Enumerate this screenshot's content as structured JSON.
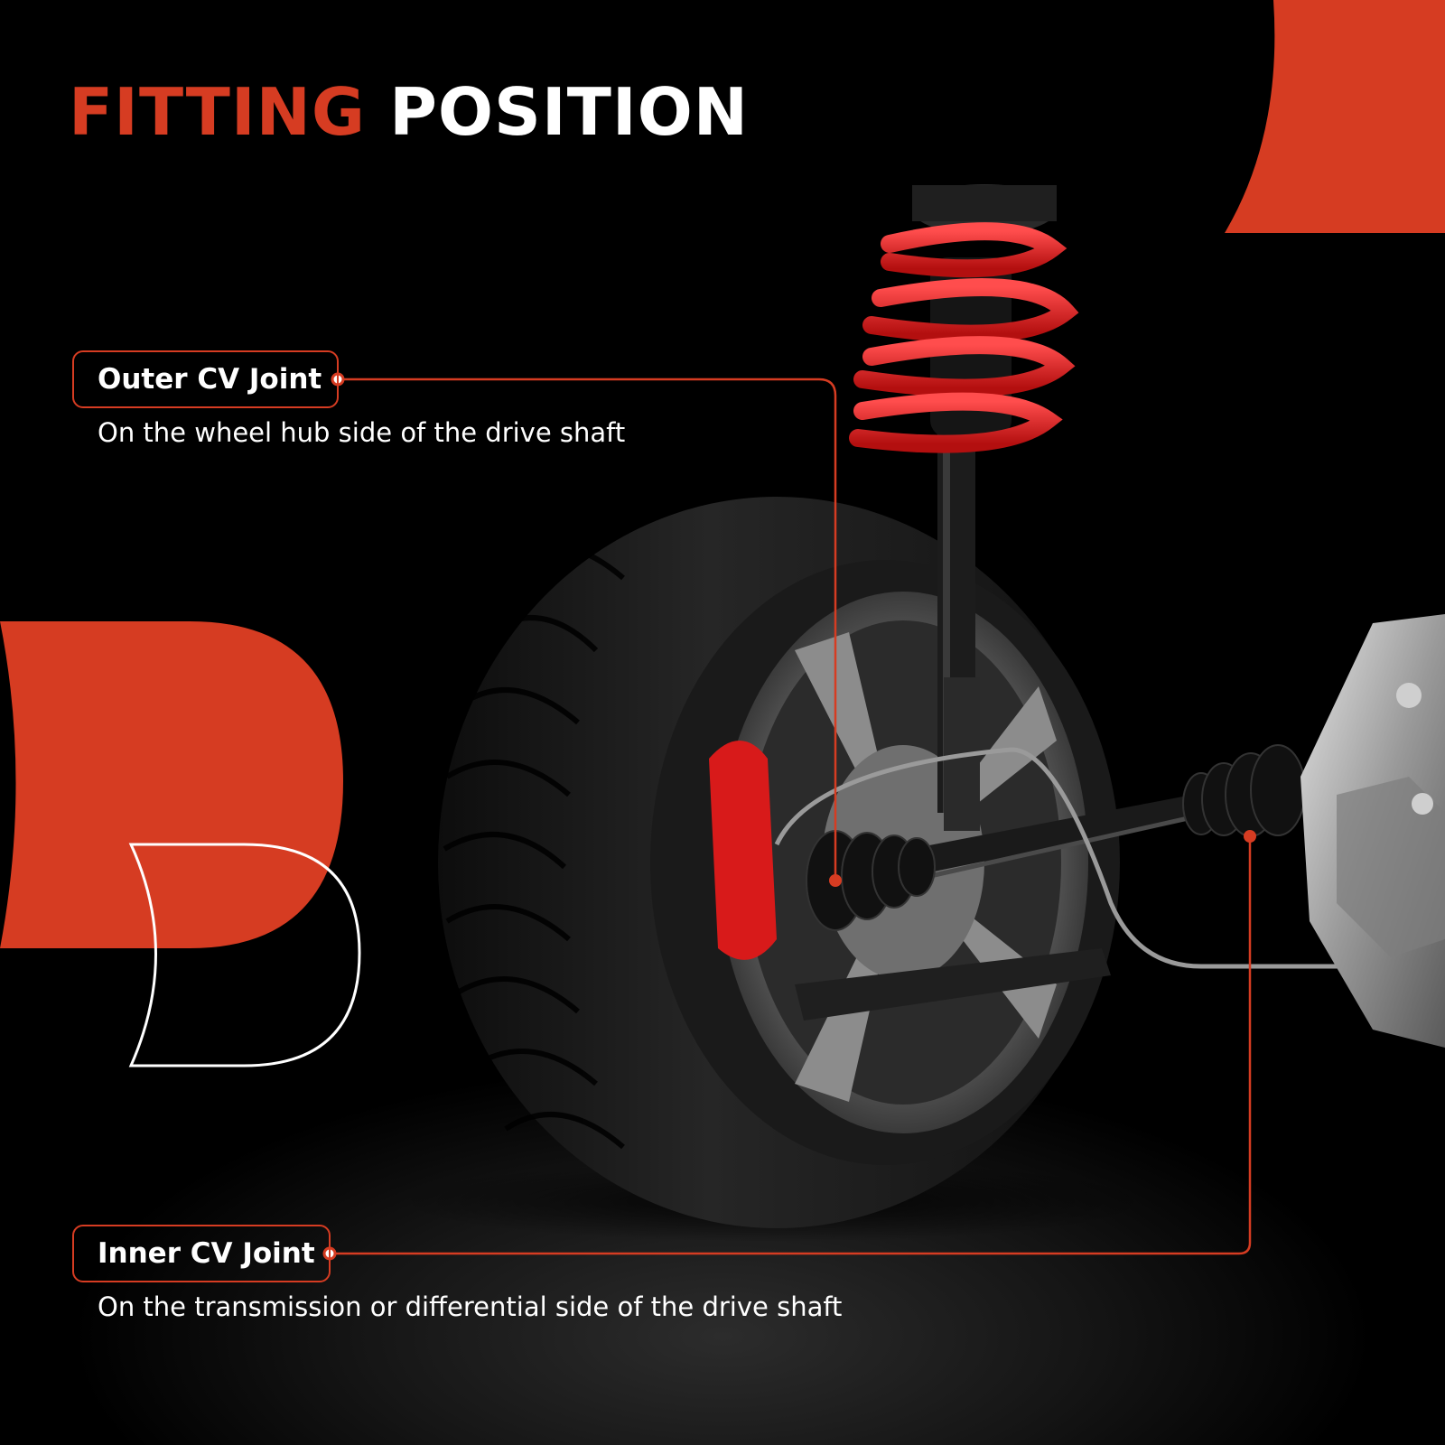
{
  "title": {
    "highlight": "FITTING",
    "rest": "POSITION"
  },
  "callouts": [
    {
      "label": "Outer CV Joint",
      "description": "On the wheel hub side of the drive shaft"
    },
    {
      "label": "Inner CV Joint",
      "description": "On the transmission or differential side of the drive shaft"
    }
  ],
  "colors": {
    "accent": "#d63c22",
    "background": "#000000",
    "text": "#ffffff",
    "spring": "#d81a1a"
  }
}
